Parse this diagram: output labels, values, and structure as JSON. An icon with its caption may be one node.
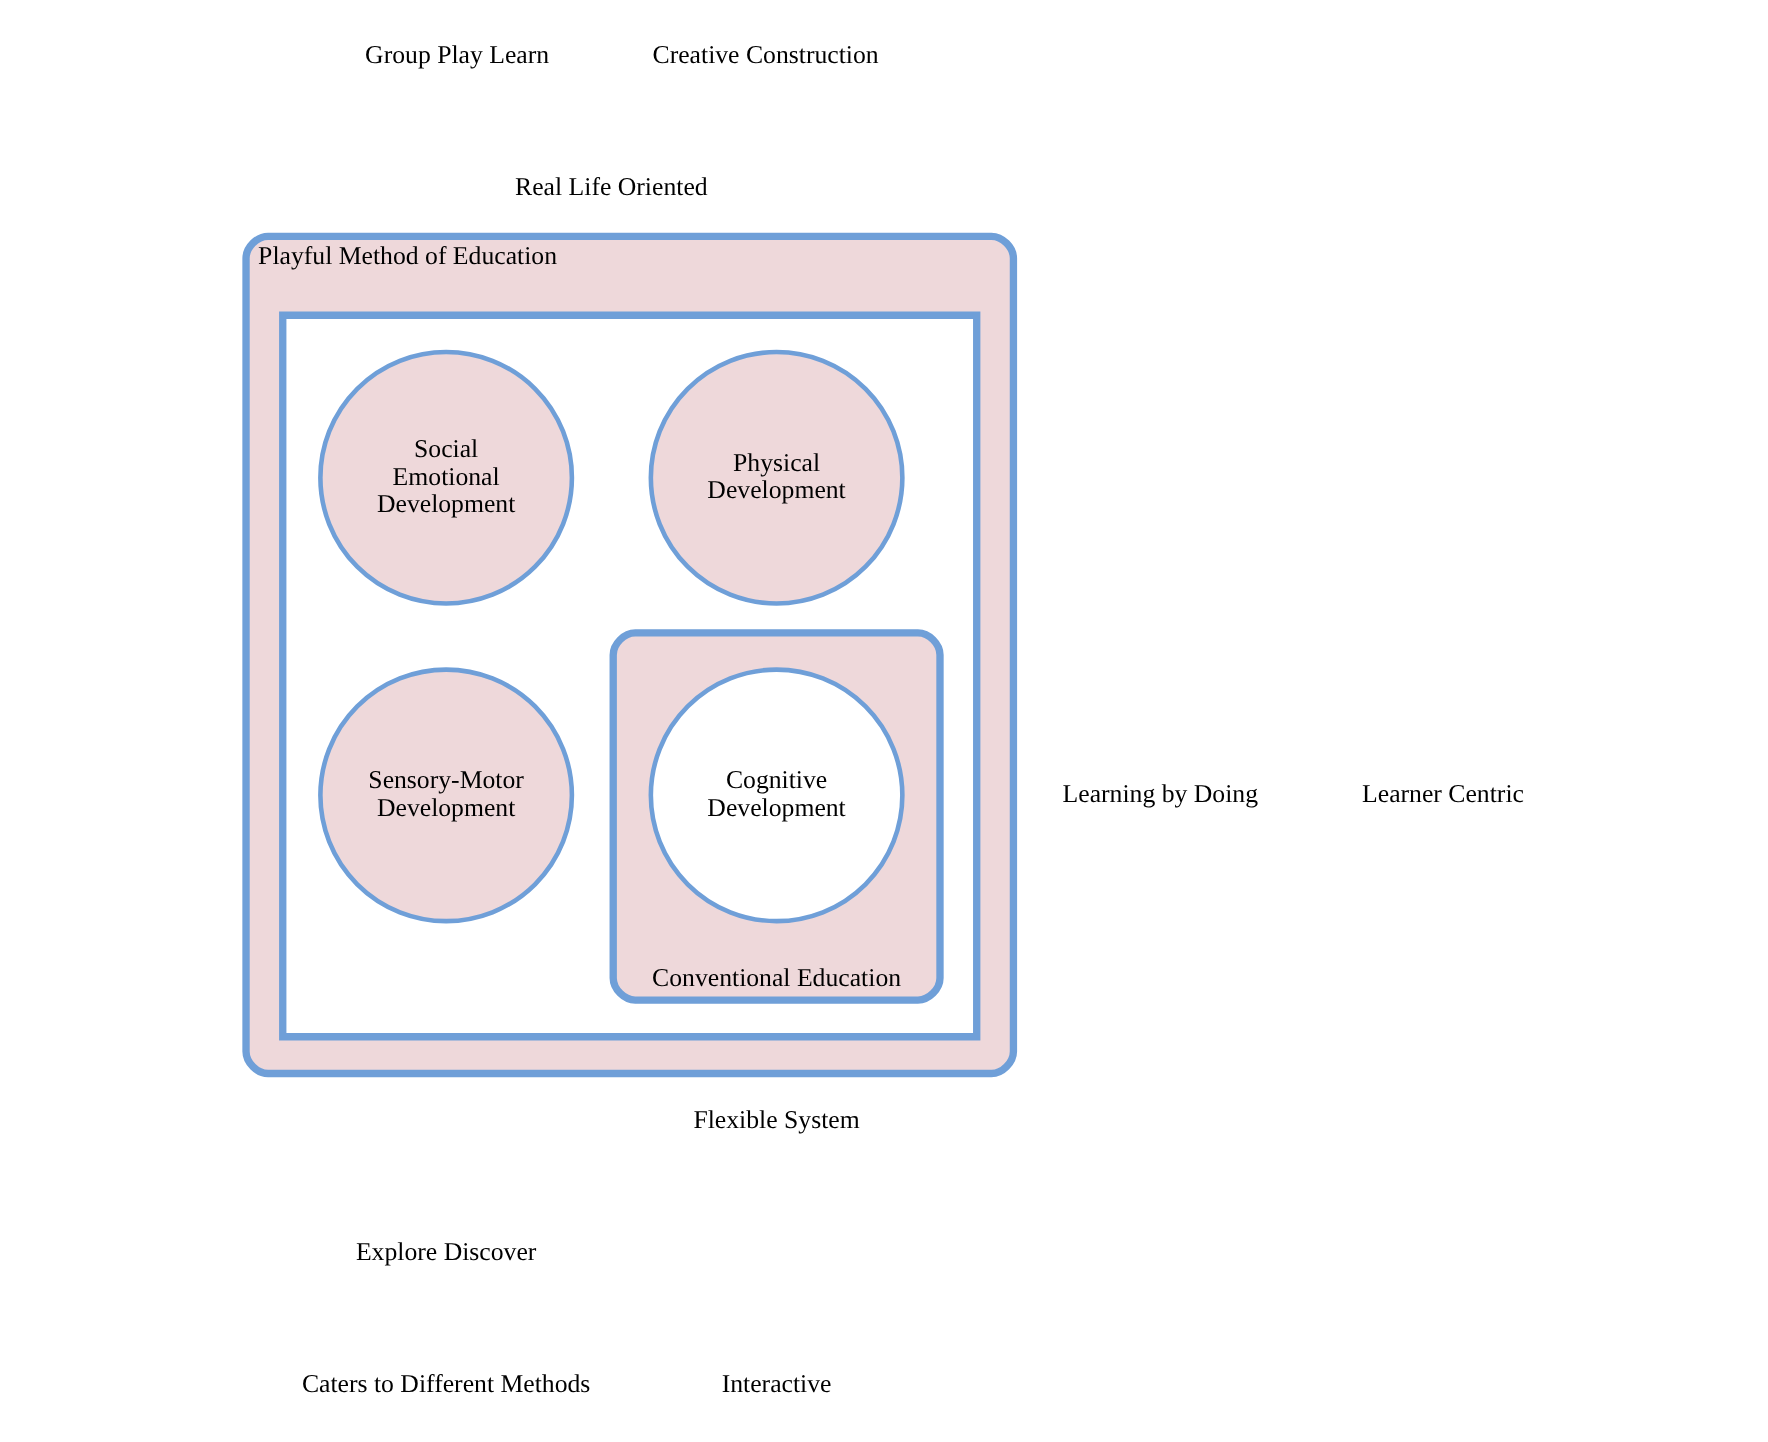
{
  "diagram": {
    "nodes": [
      {
        "text": [
          "Playful Method of Education"
        ]
      },
      {
        "text": [],
        "shape": "box",
        "in": 0
      },
      {
        "text": [
          "Social Emotional Development"
        ],
        "in": 1
      },
      {
        "text": [
          "Physical Development"
        ],
        "in": 1
      },
      {
        "text": [
          "Sensory-Motor Development"
        ],
        "in": 1
      },
      {
        "text": [
          "Conventional Education"
        ],
        "in": 1
      },
      {
        "text": [
          "Cognitive Development"
        ],
        "in": 5
      }
    ],
    "edges": [],
    "labels": [
      "Group Play Learn",
      "Creative Construction",
      "Real Life Oriented",
      "Learning by Doing",
      "Learner Centric",
      "Flexible System",
      "Explore Discover",
      "Caters to Different Methods",
      "Interactive"
    ]
  }
}
